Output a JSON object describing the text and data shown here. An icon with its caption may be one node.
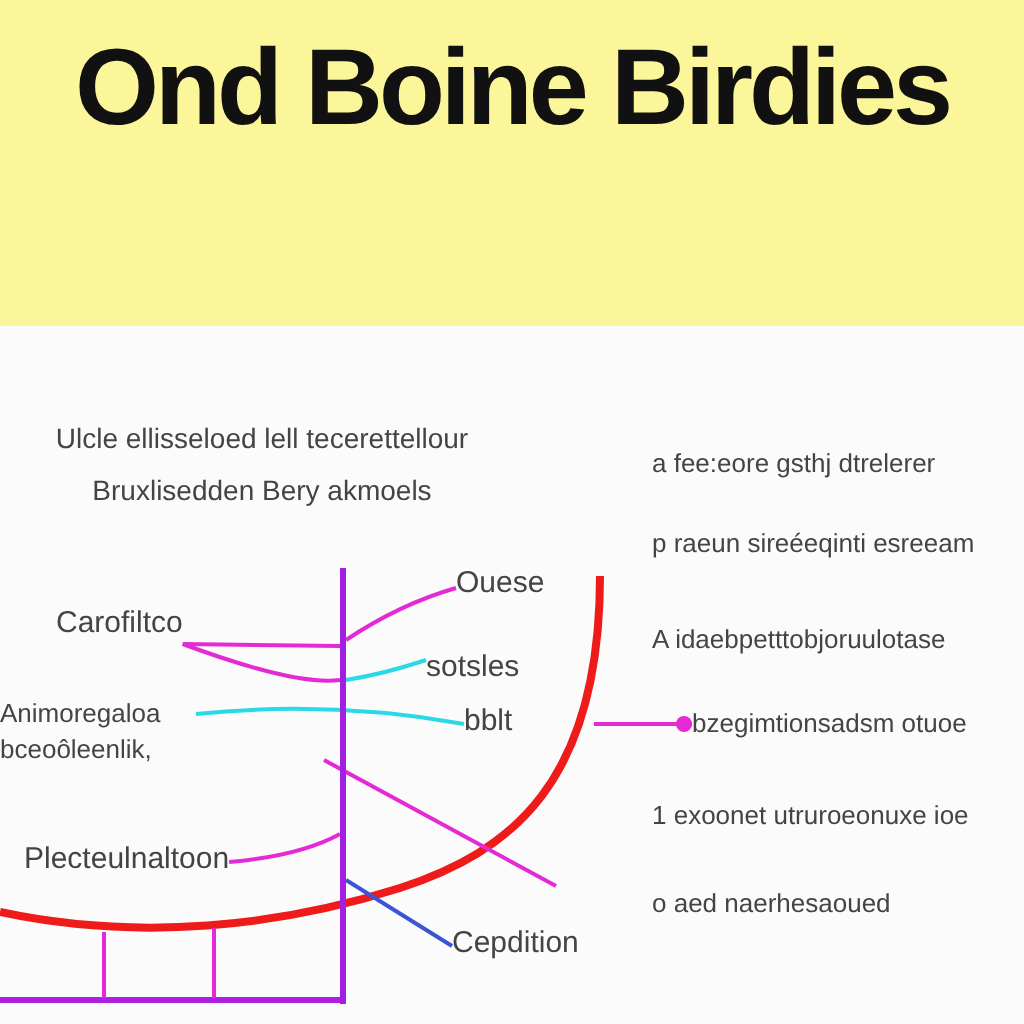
{
  "diagram": {
    "title": "Ond Boine Birdies",
    "nodes": [
      {
        "text": [
          "Ouese"
        ]
      },
      {
        "text": [
          "Carofiltco"
        ]
      },
      {
        "text": [
          "sotsles"
        ]
      },
      {
        "text": [
          "Animoregaloa bceoôleenlik,"
        ]
      },
      {
        "text": [
          "bblt"
        ]
      },
      {
        "text": [
          "bzegimtionsadsm otuoe"
        ]
      },
      {
        "text": [
          "Plecteulnaltoon"
        ]
      },
      {
        "text": [
          "Cepdition"
        ]
      },
      {
        "text": [],
        "shape": "bar"
      }
    ],
    "edges": [
      {
        "from": 0,
        "to": 8,
        "arrow": "none"
      },
      {
        "from": 1,
        "to": 8,
        "arrow": "none"
      },
      {
        "from": 1,
        "to": 8,
        "arrow": "none"
      },
      {
        "from": 8,
        "to": 2,
        "arrow": "none",
        "color": "#2ad8e6"
      },
      {
        "from": 3,
        "to": 4,
        "arrow": "none",
        "color": "#2ad8e6"
      },
      {
        "from": 6,
        "to": 8,
        "arrow": "none"
      },
      {
        "from": 8,
        "to": 7,
        "arrow": "none",
        "color": "#3b55d4"
      },
      {
        "from": null,
        "to": 5,
        "arrow": "other"
      }
    ],
    "labels": [
      "Ulcle ellisseloed lell tecerettellour Bruxlisedden Bery akmoels",
      "a fee:eore gsthj dtrelerer",
      "p raeun sireéeqinti esreeam",
      "A idaebpetttobjoruulotase",
      "1 exoonet utruroeonuxe ioe",
      "o aed naerhesaoued"
    ]
  }
}
